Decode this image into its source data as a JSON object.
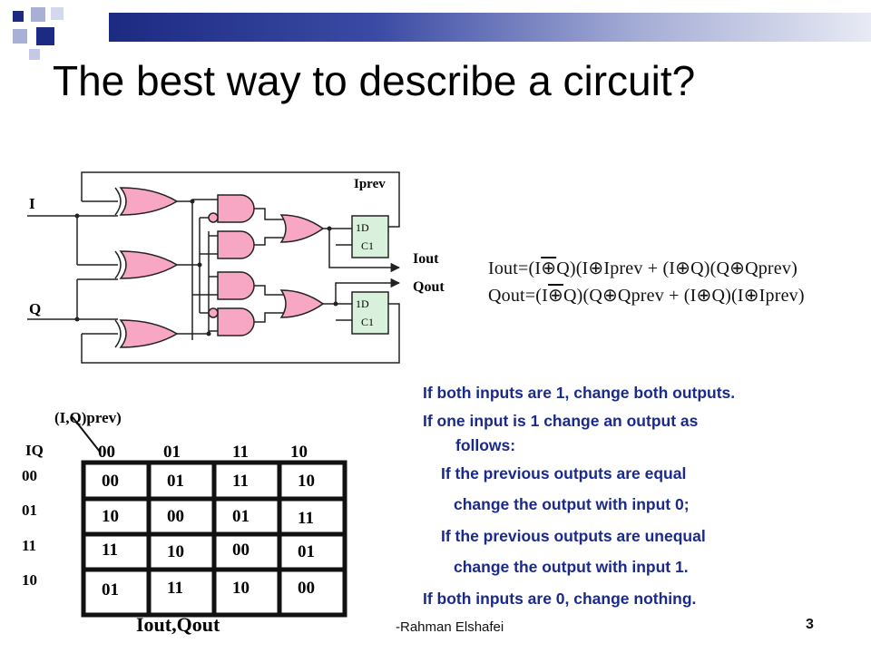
{
  "slide": {
    "title": "The best way to describe a circuit?",
    "footer": "-Rahman Elshafei",
    "page_number": "3",
    "colors": {
      "accent": "#1c2a82",
      "rules_text": "#1a2a8c",
      "gate_fill": "#f7a6c4",
      "ff_fill": "#d9f0dc"
    }
  },
  "circuit": {
    "input_i": "I",
    "input_q": "Q",
    "label_iprev": "Iprev",
    "label_iout": "Iout",
    "label_qout": "Qout",
    "ff_d": "1D",
    "ff_c": "C1"
  },
  "equations": {
    "iout": {
      "prefix": "Iout=(I",
      "op": "⊕",
      "mid": "Q)(I⊕Iprev + (I⊕Q)(Q⊕Qprev)",
      "ov_start": "I",
      "ov_end": "Q"
    },
    "qout": {
      "prefix": "Qout=(I",
      "op": "⊕",
      "mid": "Q)(Q⊕Qprev + (I⊕Q)(I⊕Iprev)",
      "ov_start": "I",
      "ov_end": "Q"
    }
  },
  "rules": [
    "If both inputs are 1, change both outputs.",
    "If one input is 1 change an output as",
    "follows:",
    "If the previous outputs are equal",
    "change the output with input 0;",
    "If the previous outputs are unequal",
    "change the output with input 1.",
    "If both inputs are 0, change nothing."
  ],
  "kmap": {
    "col_header_label": "(I,Q)prev)",
    "row_header_label": "IQ",
    "columns": [
      "00",
      "01",
      "11",
      "10"
    ],
    "rows": [
      "00",
      "01",
      "11",
      "10"
    ],
    "cells": [
      [
        "00",
        "01",
        "11",
        "10"
      ],
      [
        "10",
        "00",
        "01",
        "11"
      ],
      [
        "11",
        "10",
        "00",
        "01"
      ],
      [
        "01",
        "11",
        "10",
        "00"
      ]
    ],
    "caption": "Iout,Qout"
  }
}
